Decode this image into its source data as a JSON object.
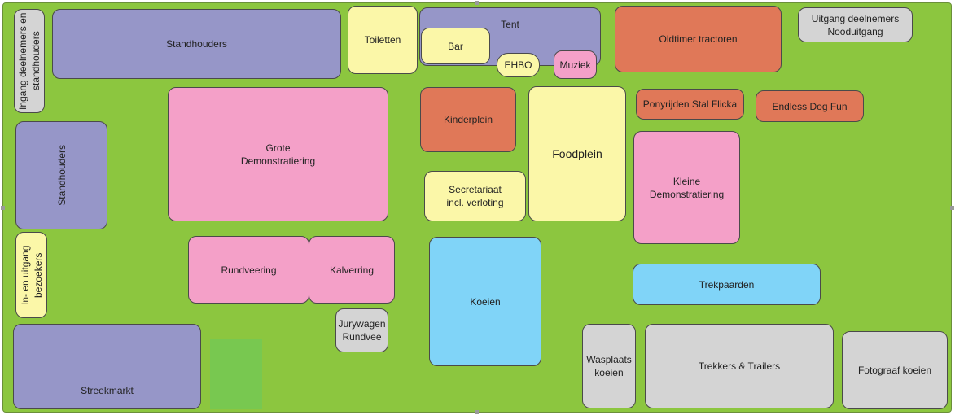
{
  "zones": {
    "standhouders_top": "Standhouders",
    "ingang": "Ingang deelnemers en standhouders",
    "toiletten": "Toiletten",
    "tent": "Tent",
    "bar": "Bar",
    "ehbo": "EHBO",
    "muziek": "Muziek",
    "oldtimer": "Oldtimer tractoren",
    "uitgang": "Uitgang deelnemers\nNooduitgang",
    "grote_demo": "Grote\nDemonstratiering",
    "kinderplein": "Kinderplein",
    "foodplein": "Foodplein",
    "ponyrijden": "Ponyrijden Stal Flicka",
    "endless_dog": "Endless Dog Fun",
    "standhouders_left": "Standhouders",
    "secretariaat": "Secretariaat\nincl. verloting",
    "kleine_demo": "Kleine\nDemonstratiering",
    "in_uitgang": "In- en uitgang bezoekers",
    "rundveering": "Rundveering",
    "kalverring": "Kalverring",
    "koeien": "Koeien",
    "trekpaarden": "Trekpaarden",
    "jurywagen": "Jurywagen\nRundvee",
    "streekmarkt": "Streekmarkt",
    "wasplaats": "Wasplaats\nkoeien",
    "trekkers": "Trekkers & Trailers",
    "fotograaf": "Fotograaf koeien"
  },
  "colors": {
    "field": "#8cc63f",
    "standhouders": "#9696c8",
    "demonstration": "#f4a0c8",
    "facilities": "#fbf7a8",
    "activities": "#e07858",
    "animals": "#80d4f8",
    "logistics": "#d4d4d4",
    "empty_plot": "#78c850"
  }
}
